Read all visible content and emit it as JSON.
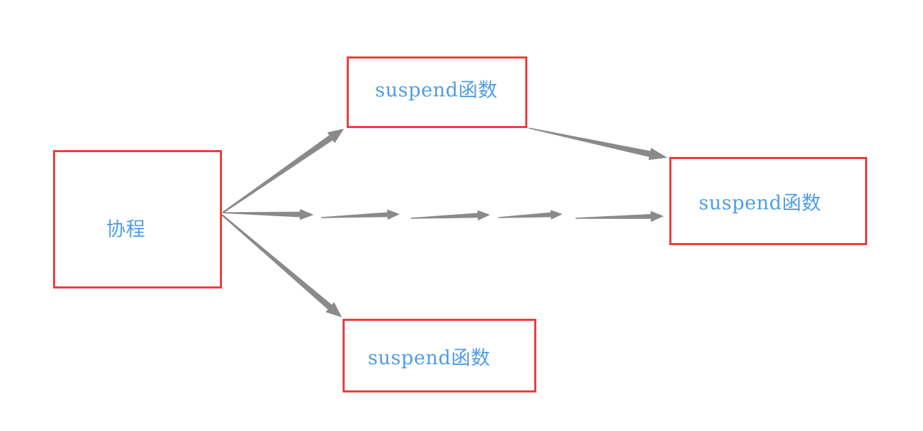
{
  "diagram": {
    "nodes": {
      "coroutine": {
        "label": "协程"
      },
      "suspend_top": {
        "label": "suspend函数"
      },
      "suspend_right": {
        "label": "suspend函数"
      },
      "suspend_bottom": {
        "label": "suspend函数"
      }
    },
    "edges": [
      {
        "from": "coroutine",
        "to": "suspend_top",
        "style": "tapered-solid-arrow"
      },
      {
        "from": "coroutine",
        "to": "suspend_bottom",
        "style": "tapered-solid-arrow"
      },
      {
        "from": "coroutine",
        "to": "suspend_right",
        "style": "tapered-dash-arrow-sequence",
        "segments": 5
      },
      {
        "from": "suspend_top",
        "to": "suspend_right",
        "style": "tapered-solid-arrow"
      }
    ],
    "colors": {
      "background": "#ffffff",
      "node_border": "#f13a3a",
      "node_fill": "#ffffff",
      "label_text": "#4f9ee8",
      "arrow": "#8a8a8a"
    }
  }
}
